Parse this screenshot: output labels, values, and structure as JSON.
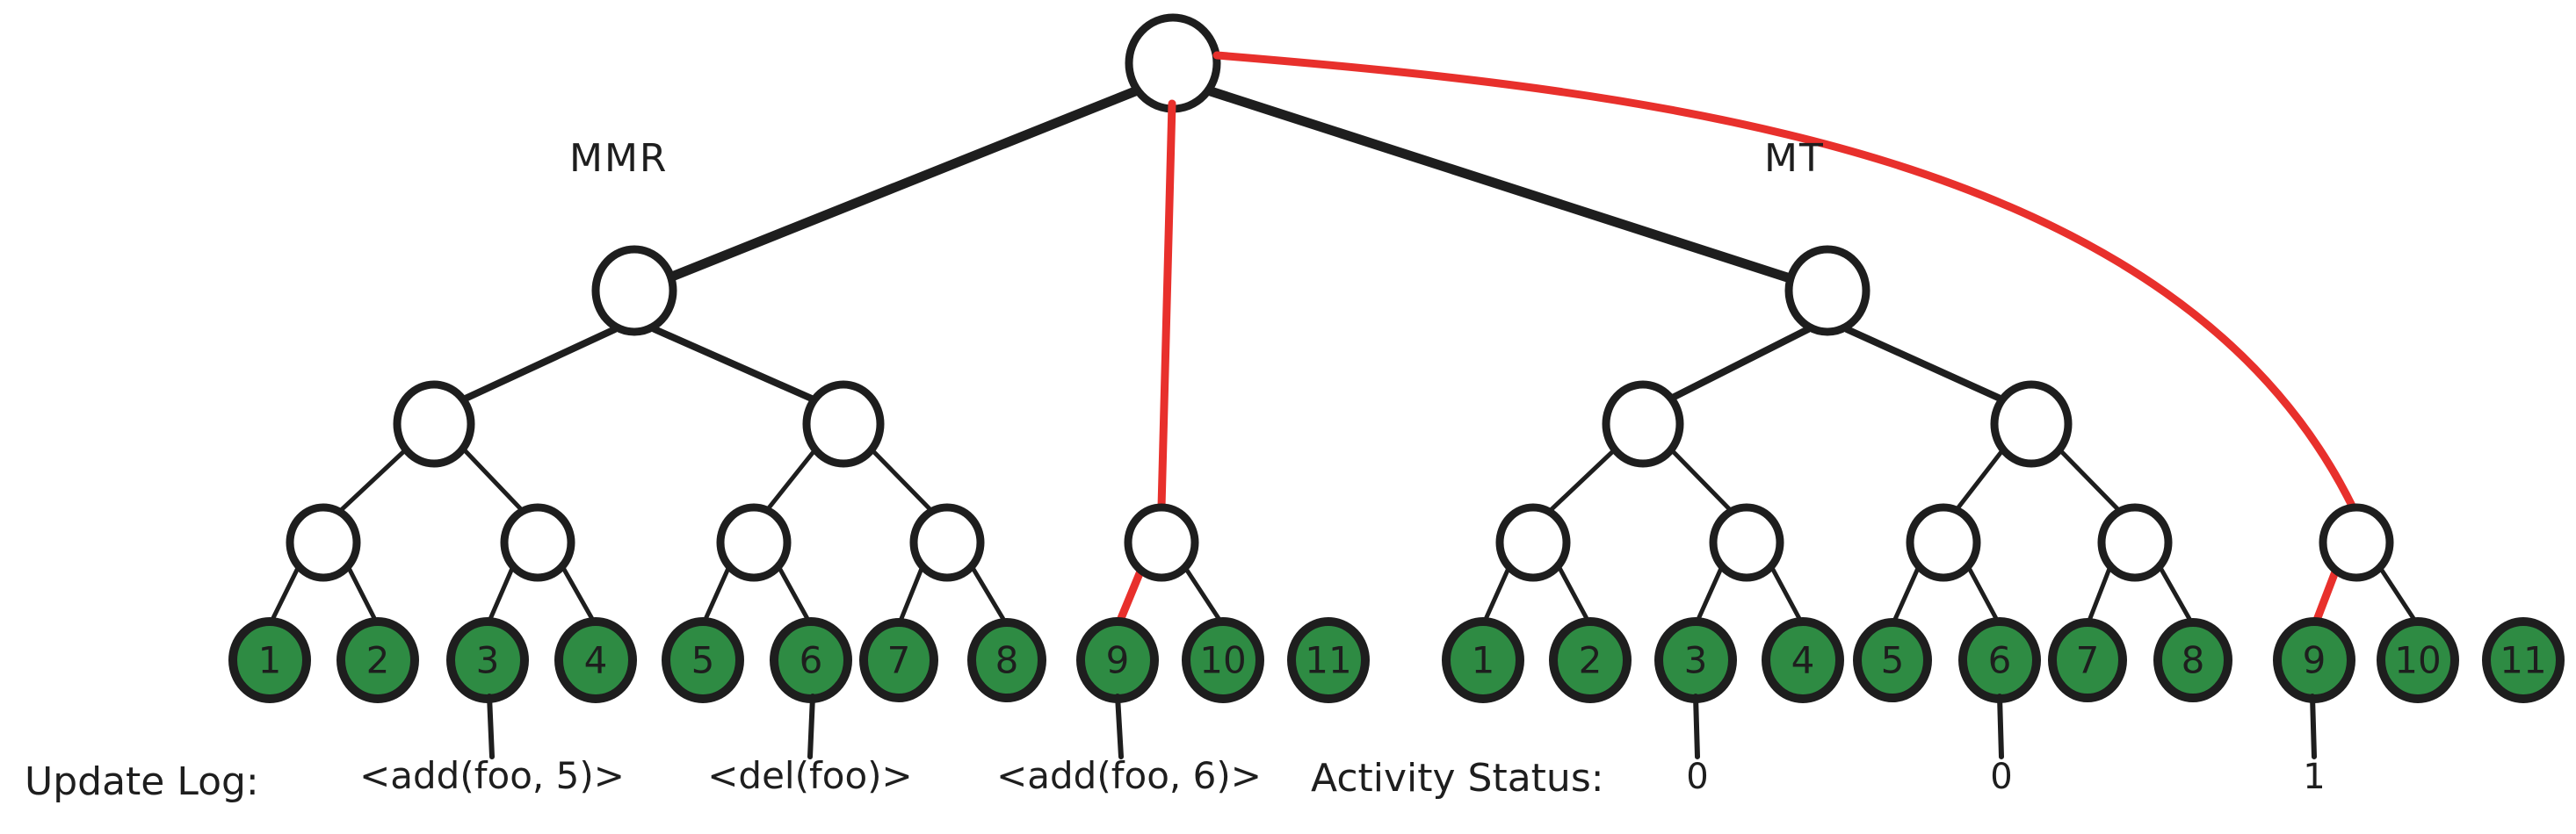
{
  "diagram": {
    "title_labels": {
      "left_tree": "MMR",
      "right_tree": "MT"
    },
    "captions": {
      "update_log": "Update Log:",
      "activity_status": "Activity Status:"
    },
    "update_log_entries": [
      {
        "text": "<add(foo, 5)>",
        "leaf": 3
      },
      {
        "text": "<del(foo)>",
        "leaf": 6
      },
      {
        "text": "<add(foo, 6)>",
        "leaf": 9
      }
    ],
    "activity_status_values": [
      {
        "text": "0",
        "leaf": 3
      },
      {
        "text": "0",
        "leaf": 6
      },
      {
        "text": "1",
        "leaf": 9
      }
    ],
    "leaf_labels": [
      "1",
      "2",
      "3",
      "4",
      "5",
      "6",
      "7",
      "8",
      "9",
      "10",
      "11"
    ],
    "left_tree_leaves": [
      "1",
      "2",
      "3",
      "4",
      "5",
      "6",
      "7",
      "8",
      "9",
      "10",
      "11"
    ],
    "right_tree_leaves": [
      "1",
      "2",
      "3",
      "4",
      "5",
      "6",
      "7",
      "8",
      "9",
      "10",
      "11"
    ],
    "colors": {
      "leaf_fill": "#2e8b43",
      "stroke": "#1e1e1e",
      "highlight": "#e8302c",
      "background": "#ffffff"
    },
    "structure": {
      "root_shared": true,
      "highlighted_path_left": [
        "root",
        "parent-of-9",
        "leaf-9"
      ],
      "highlighted_path_right": [
        "root",
        "parent-of-9",
        "leaf-9"
      ],
      "detached_leaf": "11"
    }
  }
}
